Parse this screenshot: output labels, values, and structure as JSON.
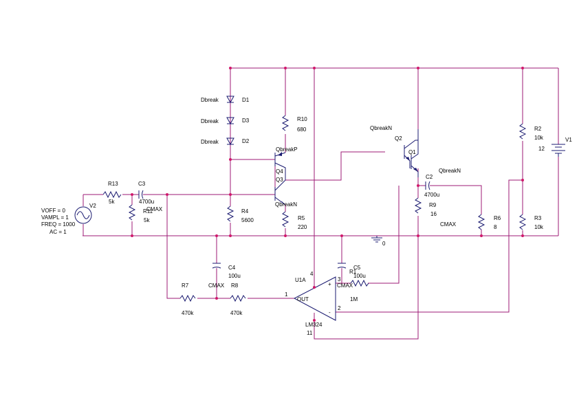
{
  "source": {
    "name": "V2",
    "voff": "VOFF = 0",
    "vampl": "VAMPL = 1",
    "freq": "FREQ = 1000",
    "ac": "AC = 1"
  },
  "battery": {
    "name": "V1",
    "value": "12"
  },
  "ground": {
    "label": "0"
  },
  "resistors": {
    "r13": {
      "name": "R13",
      "value": "5k"
    },
    "r11": {
      "name": "R11",
      "value": "5k"
    },
    "r4": {
      "name": "R4",
      "value": "5600"
    },
    "r5": {
      "name": "R5",
      "value": "220"
    },
    "r10": {
      "name": "R10",
      "value": "680"
    },
    "r9": {
      "name": "R9",
      "value": "16"
    },
    "r6": {
      "name": "R6",
      "value": "8"
    },
    "r2": {
      "name": "R2",
      "value": "10k"
    },
    "r3": {
      "name": "R3",
      "value": "10k"
    },
    "r7": {
      "name": "R7",
      "value": "470k"
    },
    "r8": {
      "name": "R8",
      "value": "470k"
    },
    "r1": {
      "name": "R1",
      "value": "1M"
    }
  },
  "capacitors": {
    "c3": {
      "name": "C3",
      "value": "4700u",
      "tag": "CMAX"
    },
    "c2": {
      "name": "C2",
      "value": "4700u",
      "tag": "CMAX"
    },
    "c4": {
      "name": "C4",
      "value": "100u",
      "tag": "CMAX"
    },
    "c5": {
      "name": "C5",
      "value": "100u",
      "tag": "CMAX"
    }
  },
  "diodes": {
    "d1": {
      "name": "D1",
      "model": "Dbreak"
    },
    "d3": {
      "name": "D3",
      "model": "Dbreak"
    },
    "d2": {
      "name": "D2",
      "model": "Dbreak"
    }
  },
  "transistors": {
    "q4": {
      "name": "Q4",
      "model": "QbreakP"
    },
    "q3": {
      "name": "Q3",
      "model": "QbreakN"
    },
    "q2": {
      "name": "Q2",
      "model": "QbreakN"
    },
    "q1": {
      "name": "Q1",
      "model": "QbreakN"
    }
  },
  "opamp": {
    "ref": "U1A",
    "part": "LM324",
    "out_label": "OUT",
    "pin_vplus": "4",
    "pin_vminus": "11",
    "pin_in_plus": "3",
    "pin_in_minus": "2",
    "pin_out": "1",
    "plus_sign": "+",
    "minus_sign": "-"
  },
  "colors": {
    "wire": "#9c1a74",
    "component": "#1a1a70",
    "junction": "#d0186a",
    "background": "#ffffff"
  }
}
